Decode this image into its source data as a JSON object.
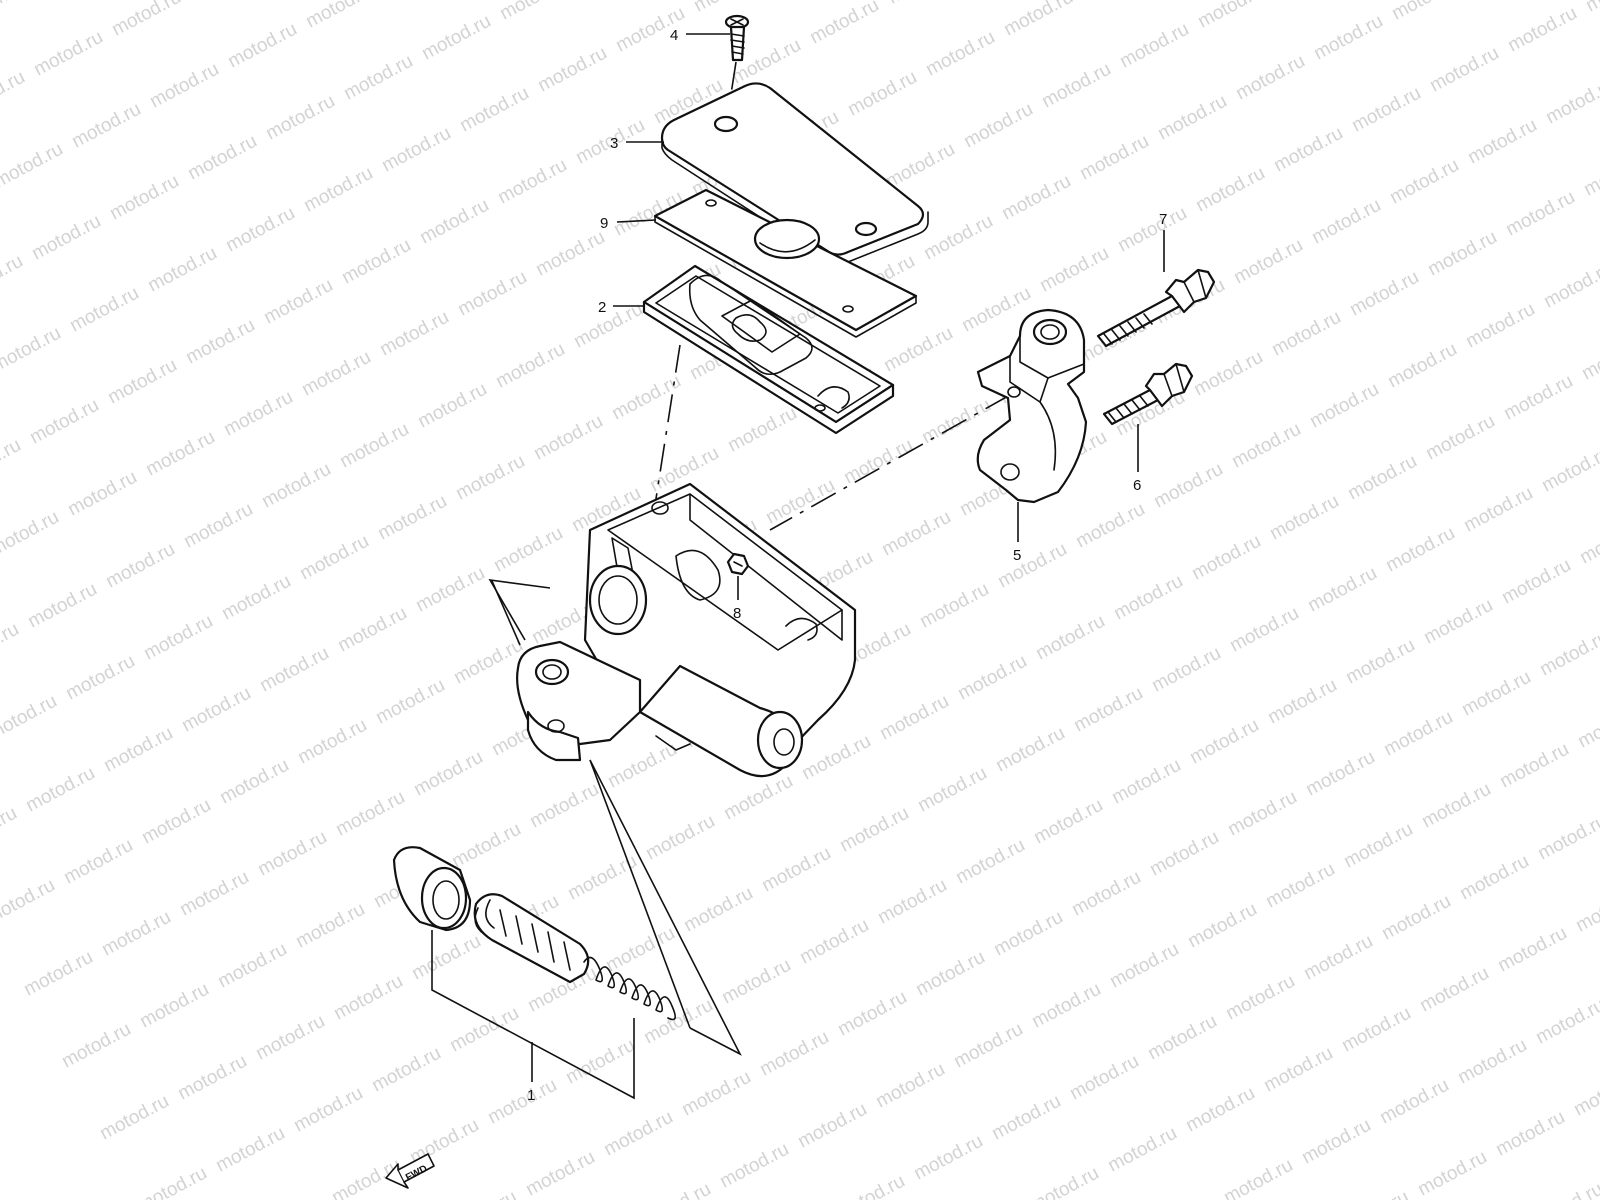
{
  "watermark": {
    "text": "motod.ru",
    "color": "#d3d3d3"
  },
  "colors": {
    "line": "#111111",
    "background": "#ffffff"
  },
  "callouts": [
    {
      "id": "1",
      "label": "1"
    },
    {
      "id": "2",
      "label": "2"
    },
    {
      "id": "3",
      "label": "3"
    },
    {
      "id": "4",
      "label": "4"
    },
    {
      "id": "5",
      "label": "5"
    },
    {
      "id": "6",
      "label": "6"
    },
    {
      "id": "7",
      "label": "7"
    },
    {
      "id": "8",
      "label": "8"
    },
    {
      "id": "9",
      "label": "9"
    }
  ],
  "fwd_badge": {
    "label": "FWD",
    "icon": "fwd-arrow-icon"
  }
}
